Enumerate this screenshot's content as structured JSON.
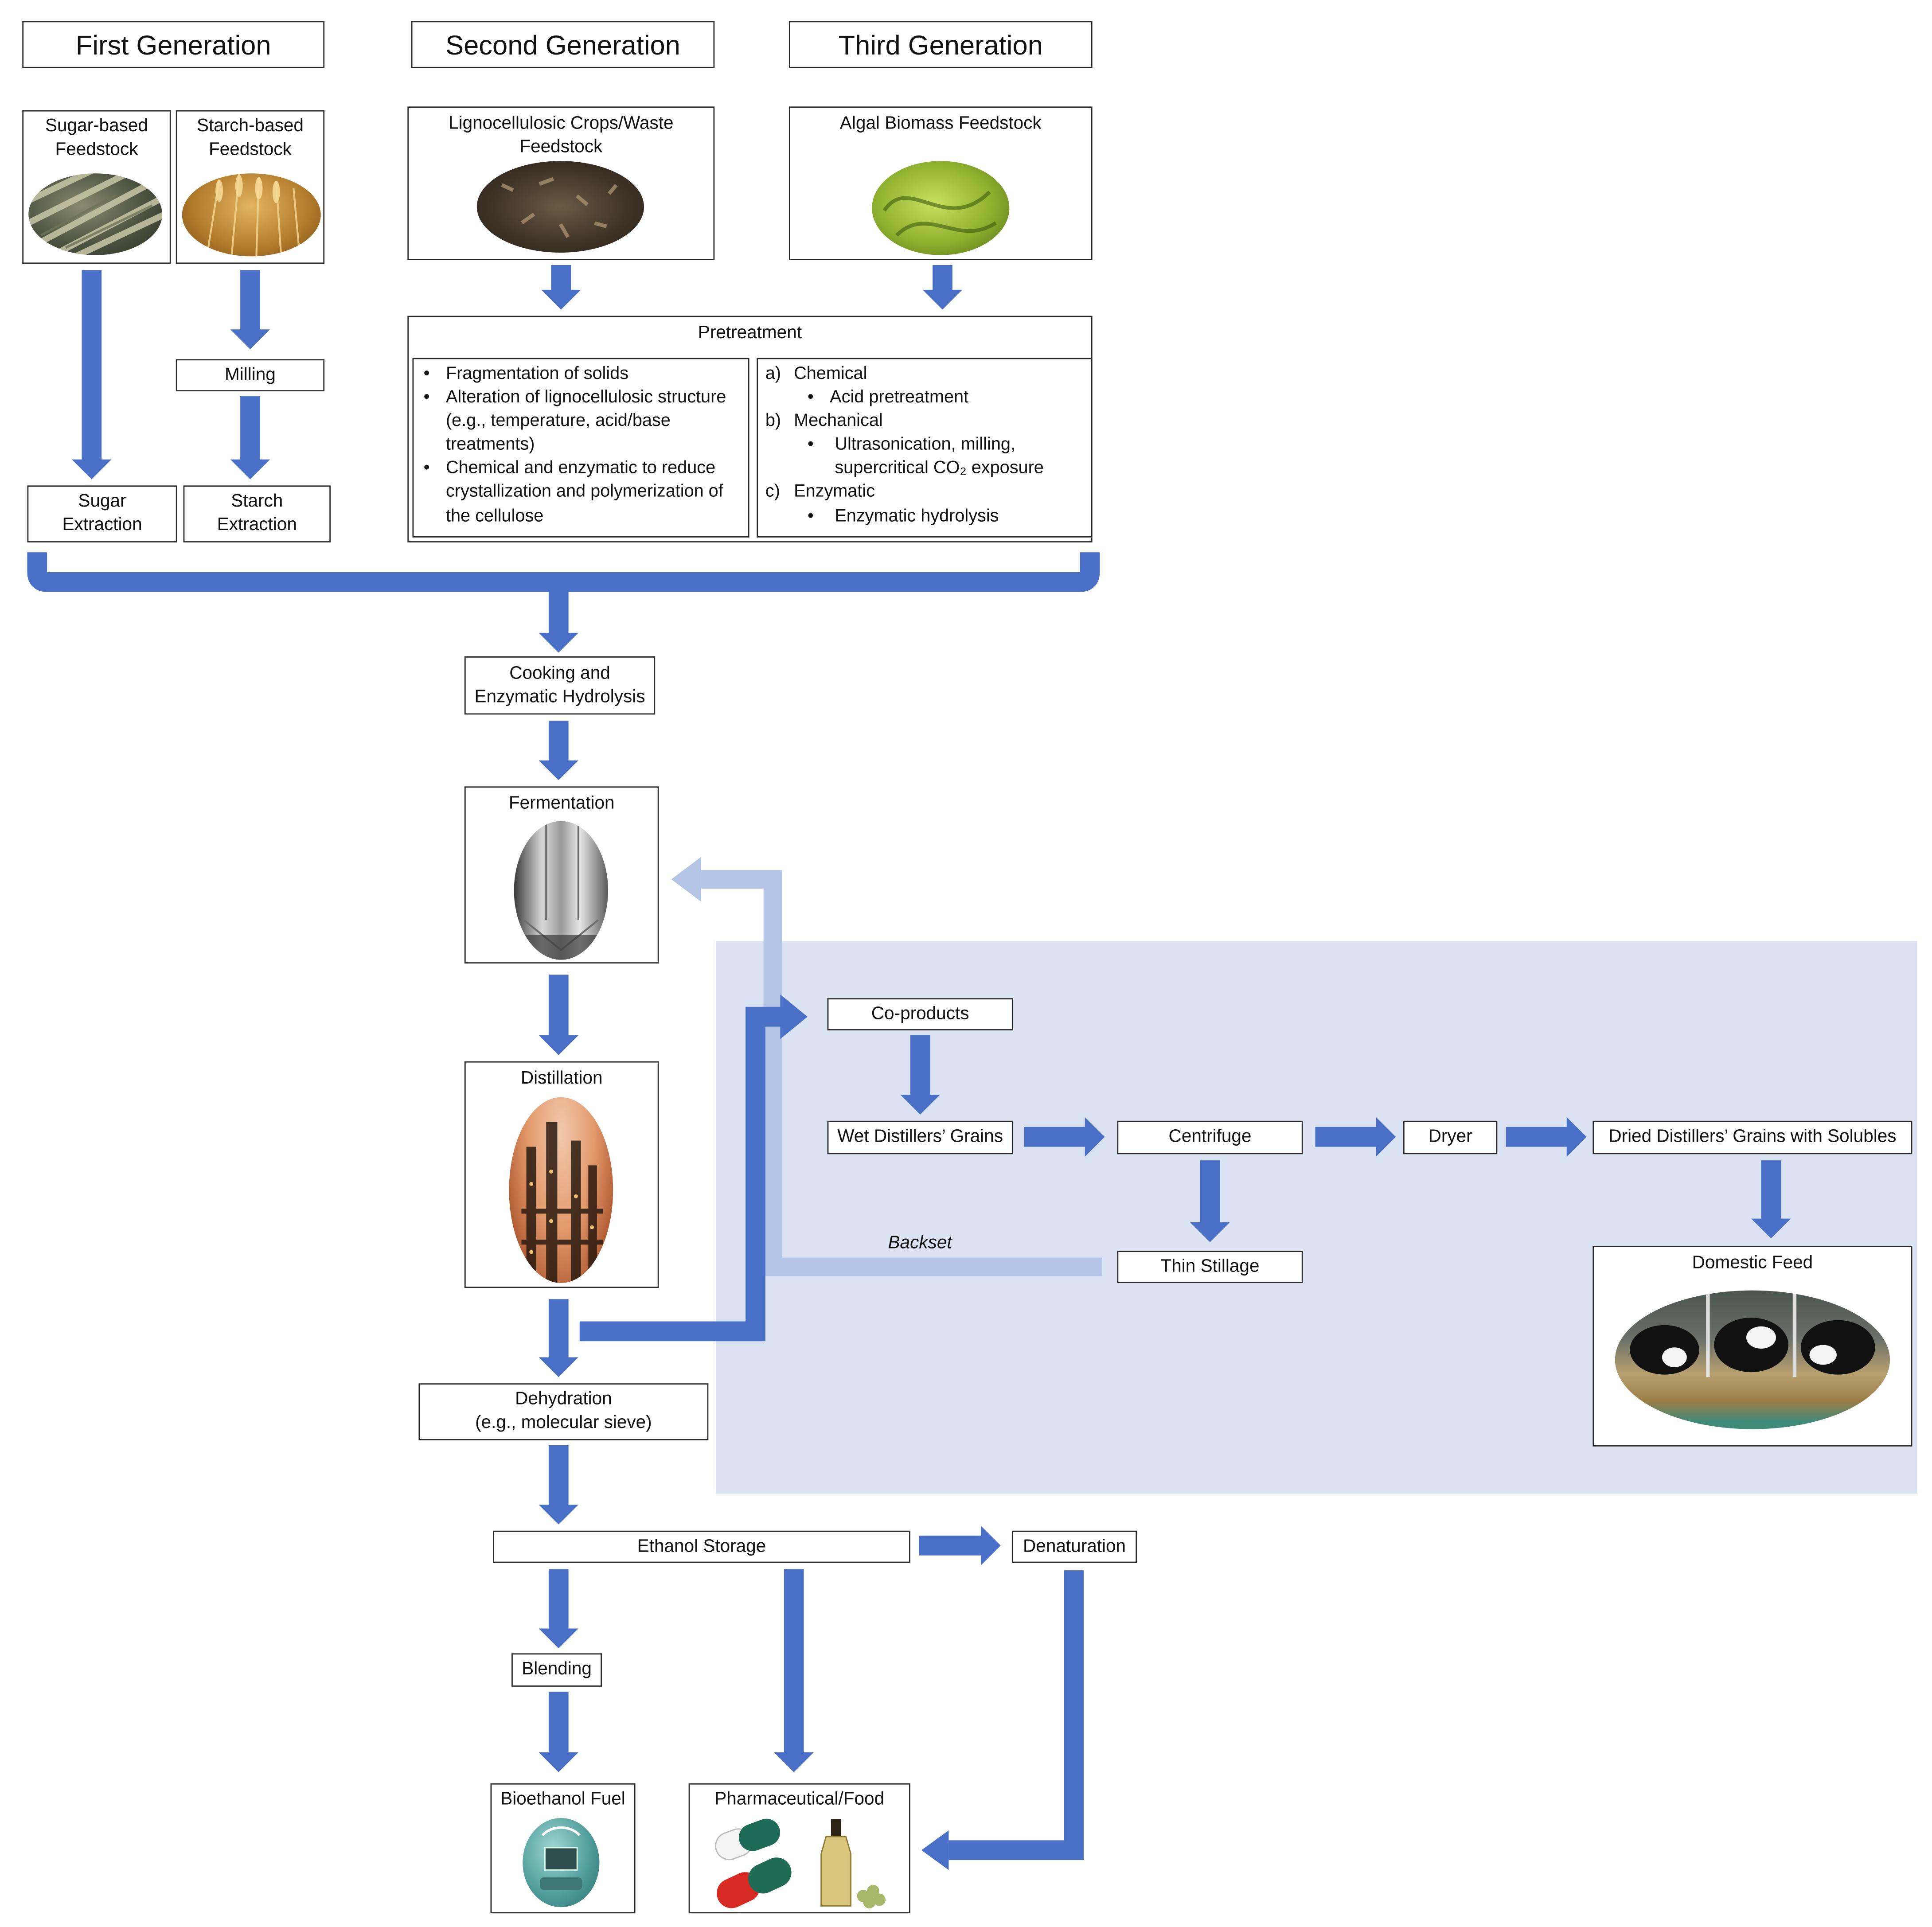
{
  "generations": {
    "first": "First Generation",
    "second": "Second Generation",
    "third": "Third Generation"
  },
  "feedstocks": {
    "sugar": "Sugar-based Feedstock",
    "starch": "Starch-based Feedstock",
    "lignocellulosic": "Lignocellulosic Crops/Waste Feedstock",
    "algal": "Algal Biomass Feedstock"
  },
  "steps": {
    "milling": "Milling",
    "sugar_extraction": "Sugar Extraction",
    "starch_extraction": "Starch Extraction",
    "cooking": "Cooking and Enzymatic Hydrolysis",
    "fermentation": "Fermentation",
    "distillation": "Distillation",
    "dehydration_line1": "Dehydration",
    "dehydration_line2": "(e.g., molecular sieve)",
    "ethanol_storage": "Ethanol Storage",
    "denaturation": "Denaturation",
    "blending": "Blending",
    "bioethanol_fuel": "Bioethanol Fuel",
    "pharma_food": "Pharmaceutical/Food"
  },
  "pretreatment": {
    "title": "Pretreatment",
    "bullets": [
      "Fragmentation of solids",
      "Alteration of lignocellulosic structure (e.g., temperature, acid/base treatments)",
      "Chemical and enzymatic to reduce crystallization and polymerization of the cellulose"
    ],
    "methods": [
      {
        "marker": "a)",
        "label": "Chemical",
        "detail": "Acid pretreatment"
      },
      {
        "marker": "b)",
        "label": "Mechanical",
        "detail": "Ultrasonication, milling, supercritical CO₂ exposure"
      },
      {
        "marker": "c)",
        "label": "Enzymatic",
        "detail": "Enzymatic hydrolysis"
      }
    ]
  },
  "coproducts": {
    "title": "Co-products",
    "wet_grains": "Wet Distillers’ Grains",
    "centrifuge": "Centrifuge",
    "dryer": "Dryer",
    "dried_grains": "Dried Distillers’ Grains with Solubles",
    "thin_stillage": "Thin Stillage",
    "backset": "Backset",
    "domestic_feed": "Domestic Feed"
  },
  "colors": {
    "arrow": "#4a6fc6",
    "arrow_light": "#b4c5e6",
    "region": "#dbe3f3",
    "border": "#2a2a2a"
  }
}
